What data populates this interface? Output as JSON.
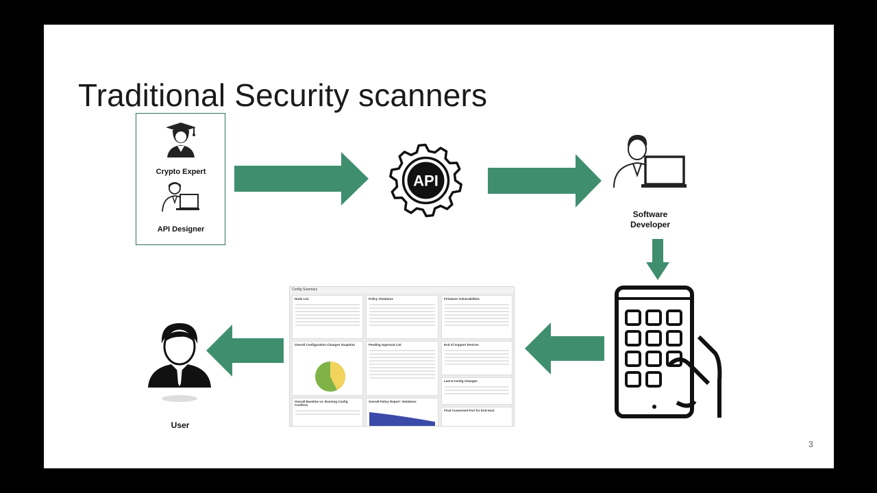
{
  "slide": {
    "title": "Traditional Security scanners",
    "page_number": "3"
  },
  "roles": {
    "crypto_expert": "Crypto Expert",
    "api_designer": "API Designer",
    "software_developer_line1": "Software",
    "software_developer_line2": "Developer",
    "user": "User"
  },
  "api_gear": {
    "text": "API"
  },
  "dashboard": {
    "header": "Config Summary",
    "panels": [
      "Node List",
      "Policy Violations",
      "Firmware Vulnerabilities",
      "Overall Configuration Changes Snapshot",
      "Pending Approval List",
      "End of Support Devices",
      "Last 5 Config Changes",
      "Overall Baseline vs. Running Config Conflicts",
      "Overall Policy Report: Violations",
      "Final Connected Port for End Host"
    ]
  },
  "colors": {
    "arrow": "#3f8f6e",
    "box_border": "#2f6e57",
    "pie_yellow": "#f2d45c",
    "pie_green": "#7fb347"
  }
}
